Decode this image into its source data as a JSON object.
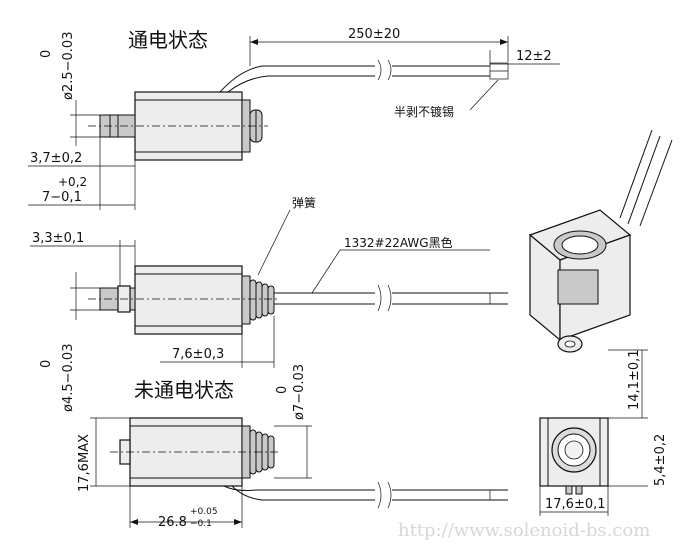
{
  "states": {
    "energized": "通电状态",
    "de_energized": "未通电状态"
  },
  "callouts": {
    "half_strip": "半剥不镀锡",
    "spring": "弹簧",
    "wire": "1332#22AWG黑色"
  },
  "dimensions": {
    "lead_length": "250±20",
    "strip_length": "12±2",
    "plunger_dia_upper": "0",
    "plunger_dia_lower": "ø2.5−0.03",
    "plunger_ext_energized": "3,7±0,2",
    "tol_upper": "+0,2",
    "frame_length": "7−0,1",
    "plunger_ext_bottom": "3,3±0,1",
    "spring_length": "7,6±0,3",
    "body_dia_upper": "0",
    "body_dia_lower": "ø4.5−0.03",
    "collar_dia_upper": "0",
    "collar_dia_lower": "ø7−0.03",
    "max_height": "17,6MAX",
    "total_length_main": "26.8",
    "total_length_tol_upper": "+0.05",
    "total_length_tol_lower": "−0.1",
    "height_top": "14,1±0,1",
    "height_bottom": "5,4±0,2",
    "end_width": "17,6±0,1"
  },
  "watermark": "http://www.solenoid-bs.com"
}
